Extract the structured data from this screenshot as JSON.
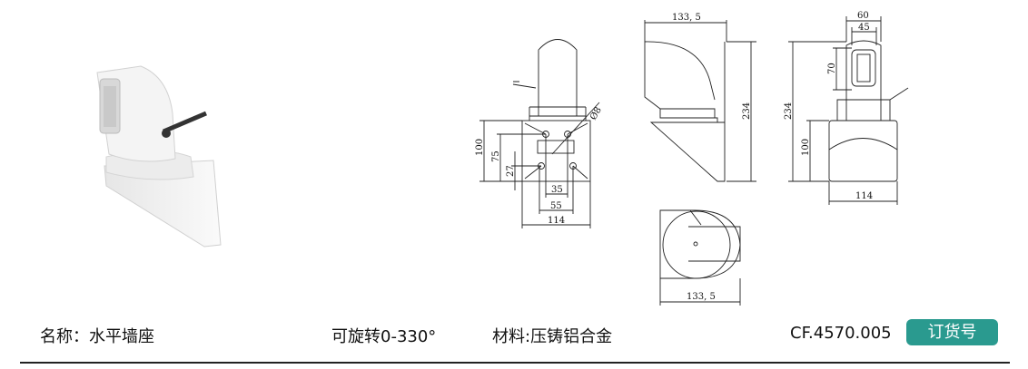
{
  "product": {
    "name": "名称：水平墙座",
    "rotation": "可旋转0-330°",
    "material": "材料:压铸铝合金",
    "code": "CF.4570.005",
    "order_button": "订货号"
  },
  "drawing": {
    "front": {
      "height_total": "100",
      "hole_height": "75",
      "lower_hole": "27",
      "inner_width": "35",
      "outer_hole_width": "55",
      "width": "114",
      "hole_diameter": "Ø8"
    },
    "side": {
      "depth": "133, 5",
      "height": "234"
    },
    "back": {
      "width_top": "60",
      "width_inner": "45",
      "window_height": "70",
      "height": "234",
      "base_height": "100",
      "width": "114"
    },
    "top": {
      "depth": "133, 5"
    }
  }
}
